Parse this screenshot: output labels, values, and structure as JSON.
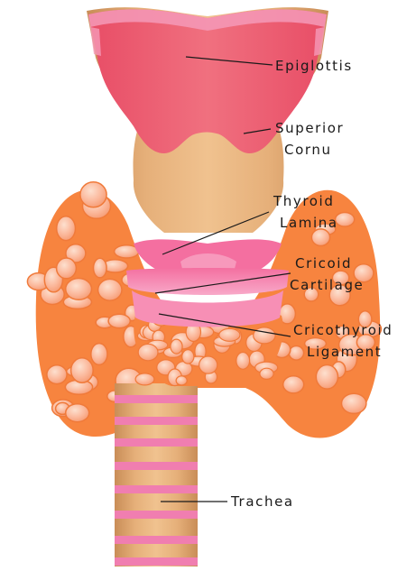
{
  "labels": {
    "epiglottis": "Epiglottis",
    "superior_cornu": [
      "Superior",
      "Cornu"
    ],
    "thyroid_lamina": [
      "Thyroid",
      "Lamina"
    ],
    "cricoid_cartilage": [
      "Cricoid",
      "Cartilage"
    ],
    "cricothyroid_ligament": [
      "Cricothyroid",
      "Ligament"
    ],
    "trachea": "Trachea"
  },
  "colors": {
    "background": "#ffffff",
    "cartilage_tan": "#e3ad78",
    "cartilage_shadow": "#c98d57",
    "epiglottis_pink": "#ef5f78",
    "epiglottis_light": "#f59ab8",
    "ligament_pink": "#f68fb6",
    "gland_orange": "#f7843f",
    "gland_nodule": "#fbb89a",
    "trachea_ring": "#f07eb0",
    "leader_line": "#1a1a1a"
  }
}
